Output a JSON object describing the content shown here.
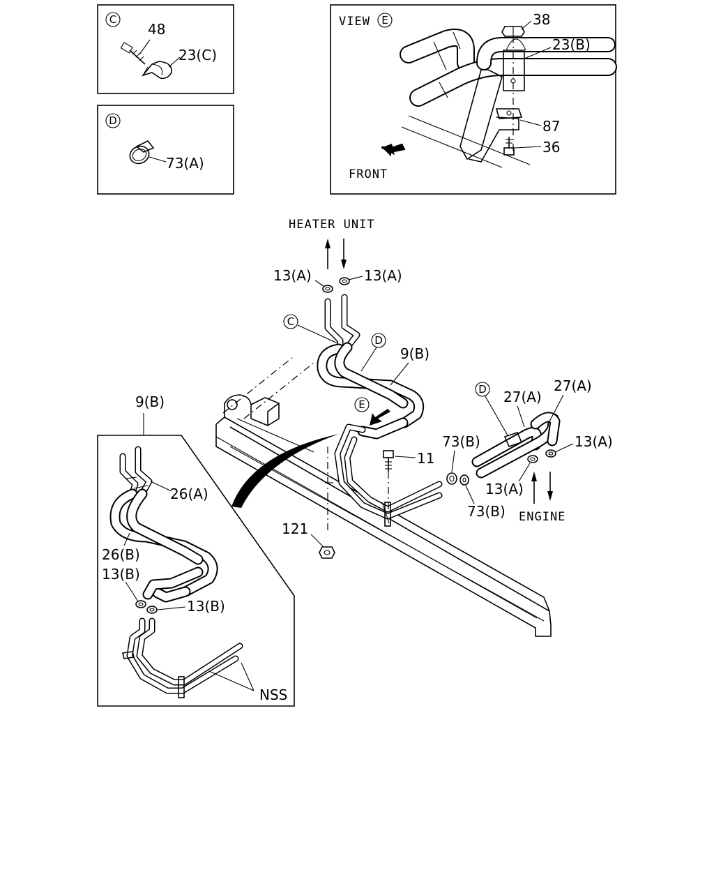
{
  "panel_c": {
    "tag": "C",
    "labels": {
      "part_48": "48",
      "part_23c": "23(C)"
    }
  },
  "panel_d": {
    "tag": "D",
    "labels": {
      "part_73a": "73(A)"
    }
  },
  "panel_view_e": {
    "title": "VIEW",
    "tag": "E",
    "labels": {
      "part_38": "38",
      "part_23b": "23(B)",
      "part_87": "87",
      "part_36": "36",
      "front": "FRONT"
    }
  },
  "main": {
    "heater_unit": "HEATER UNIT",
    "engine": "ENGINE",
    "labels": {
      "part_13a_left": "13(A)",
      "part_13a_right": "13(A)",
      "tag_c": "C",
      "tag_d_top": "D",
      "part_9b": "9(B)",
      "tag_e": "E",
      "tag_d_right": "D",
      "part_27a_left": "27(A)",
      "part_27a_right": "27(A)",
      "part_13a_engine_right": "13(A)",
      "part_73b_top": "73(B)",
      "part_11": "11",
      "part_13a_engine_left": "13(A)",
      "part_73b_bottom": "73(B)",
      "part_121": "121"
    }
  },
  "inset_9b": {
    "title": "9(B)",
    "labels": {
      "part_26a": "26(A)",
      "part_26b": "26(B)",
      "part_13b_left": "13(B)",
      "part_13b_right": "13(B)",
      "nss": "NSS"
    }
  }
}
